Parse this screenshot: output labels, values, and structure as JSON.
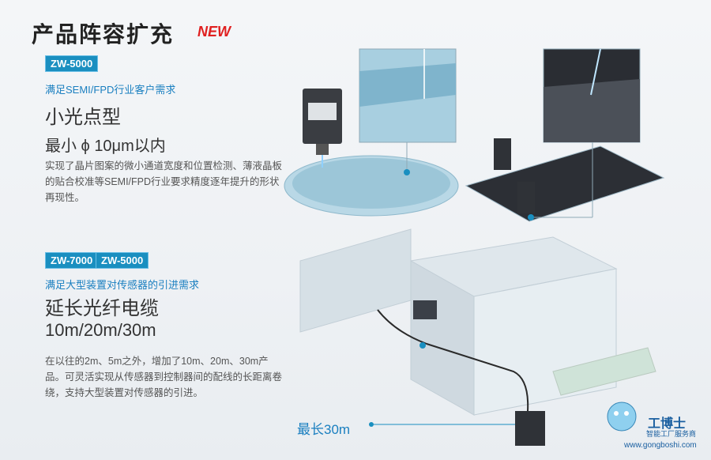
{
  "header": {
    "title": "产品阵容扩充",
    "badge": "NEW"
  },
  "section1": {
    "tag": "ZW-5000",
    "subtitle": "满足SEMI/FPD行业客户需求",
    "heading": "小光点型",
    "spec": "最小 ϕ 10μm以内",
    "body": "实现了晶片图案的微小通道宽度和位置检测、薄液晶板的贴合校准等SEMI/FPD行业要求精度逐年提升的形状再现性。"
  },
  "section2": {
    "tags": [
      "ZW-7000",
      "ZW-5000"
    ],
    "subtitle": "满足大型装置对传感器的引进需求",
    "heading": "延长光纤电缆",
    "spec": "10m/20m/30m",
    "body": "在以往的2m、5m之外，增加了10m、20m、30m产品。可灵活实现从传感器到控制器间的配线的长距离卷绕，支持大型装置对传感器的引进。",
    "cable_label": "最长30m"
  },
  "watermark": {
    "name": "工博士",
    "slogan": "智能工厂服务商",
    "url": "www.gongboshi.com"
  },
  "colors": {
    "accent": "#1a8fc0",
    "new": "#e02020"
  }
}
